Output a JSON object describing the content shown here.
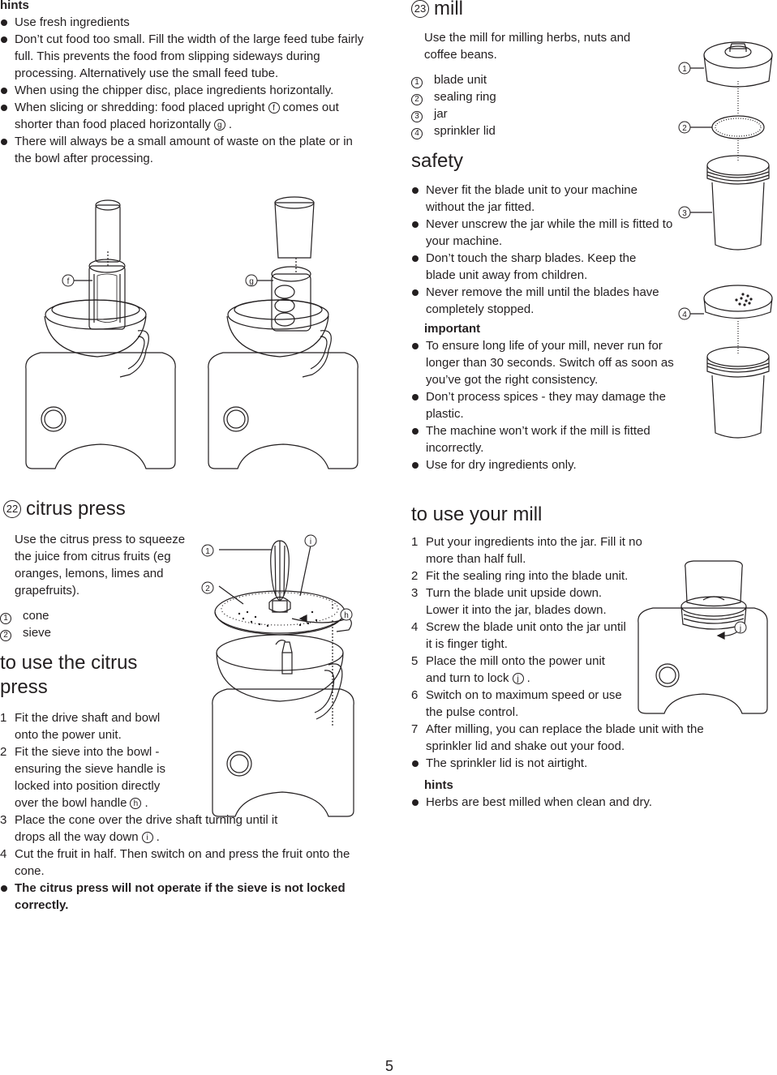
{
  "hints_top": {
    "heading": "hints",
    "items": [
      "Use fresh ingredients",
      "Don’t cut food too small. Fill the width of the large feed tube fairly full. This prevents the food from slipping sideways during processing. Alternatively use the small feed tube.",
      "When using the chipper disc, place ingredients horizontally."
    ],
    "item4_pre": "When slicing or shredding: food placed upright",
    "item4_letter1": "f",
    "item4_mid": "comes out shorter than food placed horizontally",
    "item4_letter2": "g",
    "item4_post": ".",
    "item5": "There will always be a small amount of waste on the plate or in the bowl after processing."
  },
  "figures_top": {
    "label_f": "f",
    "label_g": "g"
  },
  "citrus": {
    "number": "22",
    "title": "citrus press",
    "intro": "Use the citrus press to squeeze the juice from citrus fruits (eg oranges, lemons, limes and grapefruits).",
    "parts": [
      {
        "num": "1",
        "label": "cone"
      },
      {
        "num": "2",
        "label": "sieve"
      }
    ],
    "use_title": "to use the citrus press",
    "steps": [
      {
        "n": "1",
        "text": "Fit the drive shaft and bowl onto the power unit."
      },
      {
        "n": "2",
        "text": "Fit the sieve into the bowl - ensuring the sieve handle is locked into position directly over the bowl handle",
        "letter": "h",
        "post": "."
      },
      {
        "n": "3",
        "text": "Place the cone over the drive shaft turning until it drops all the way down",
        "letter": "i",
        "post": "."
      },
      {
        "n": "4",
        "text": "Cut the fruit in half. Then switch on and press the fruit onto the cone."
      }
    ],
    "warning": "The citrus press will not operate if the sieve is not locked correctly.",
    "figure": {
      "c1": "1",
      "c2": "2",
      "li": "i",
      "lh": "h"
    }
  },
  "mill": {
    "number": "23",
    "title": "mill",
    "intro": "Use the mill for milling herbs, nuts and coffee beans.",
    "parts": [
      {
        "num": "1",
        "label": "blade unit"
      },
      {
        "num": "2",
        "label": "sealing ring"
      },
      {
        "num": "3",
        "label": "jar"
      },
      {
        "num": "4",
        "label": "sprinkler lid"
      }
    ],
    "safety_title": "safety",
    "safety": [
      "Never fit the blade unit to your machine without the jar fitted.",
      "Never unscrew the jar while the mill is fitted to your machine.",
      "Don’t touch the sharp blades. Keep the blade unit away from children.",
      "Never remove the mill until the blades have completely stopped."
    ],
    "important_heading": "important",
    "important": [
      "To ensure long life of your mill, never run for longer than 30 seconds. Switch off as soon as you’ve got the right consistency.",
      "Don’t process spices - they may damage the plastic.",
      "The machine won’t work if the mill is fitted incorrectly.",
      "Use for dry ingredients only."
    ],
    "figure": {
      "c1": "1",
      "c2": "2",
      "c3": "3",
      "c4": "4"
    }
  },
  "use_mill": {
    "title": "to use your mill",
    "steps": [
      {
        "n": "1",
        "text": "Put your ingredients into the jar. Fill it no more than half full."
      },
      {
        "n": "2",
        "text": "Fit the sealing ring into the blade unit."
      },
      {
        "n": "3",
        "text": "Turn the blade unit upside down. Lower it into the jar, blades down."
      },
      {
        "n": "4",
        "text": "Screw the blade unit onto the jar until it is finger tight."
      },
      {
        "n": "5",
        "text": "Place the mill onto the power unit and turn to lock",
        "letter": "j",
        "post": "."
      },
      {
        "n": "6",
        "text": "Switch on to maximum speed or use the pulse control."
      },
      {
        "n": "7",
        "text": "After milling, you can replace the blade unit with the sprinkler lid and shake out your food."
      }
    ],
    "note": "The sprinkler lid is not airtight.",
    "hints_heading": "hints",
    "hints": [
      "Herbs are best milled when clean and dry."
    ],
    "figure": {
      "lj": "j"
    }
  },
  "page_number": "5"
}
